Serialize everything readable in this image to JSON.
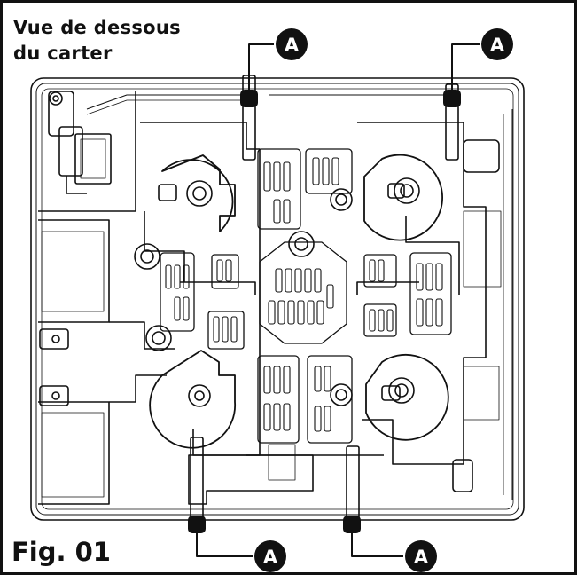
{
  "title": {
    "line1": "Vue de dessous",
    "line2": "du carter"
  },
  "figure_label": "Fig. 01",
  "callouts": [
    {
      "label": "A"
    },
    {
      "label": "A"
    },
    {
      "label": "A"
    },
    {
      "label": "A"
    }
  ],
  "colors": {
    "ink": "#111111",
    "paper": "#ffffff",
    "callout_fill": "#111111",
    "callout_text": "#ffffff"
  }
}
